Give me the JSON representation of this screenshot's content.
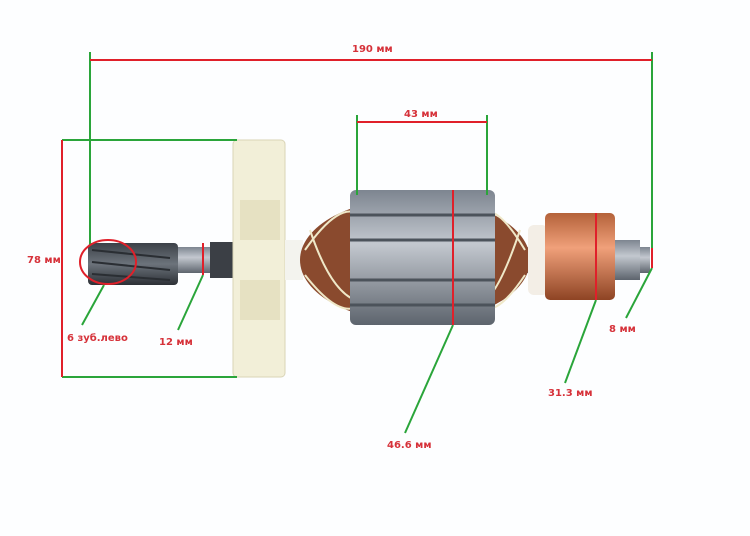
{
  "dimensions": {
    "overall_length": "190 мм",
    "core_length": "43 мм",
    "fan_diameter": "78 мм",
    "pinion": "6 зуб.лево",
    "shaft_diameter_drive": "12 мм",
    "core_diameter": "46.6 мм",
    "commutator_diameter": "31.3 мм",
    "shaft_diameter_end": "8 мм"
  },
  "colors": {
    "dimension_line": "#e0202a",
    "leader_line": "#2aa53a",
    "label": "#d6323a"
  }
}
